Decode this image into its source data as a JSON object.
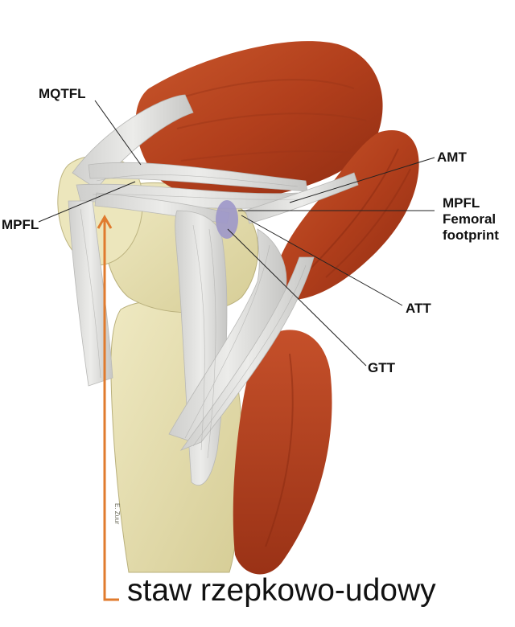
{
  "labels": {
    "mqtfl": "MQTFL",
    "mpfl_left": "MPFL",
    "amt": "AMT",
    "mpfl_footprint": [
      "MPFL",
      "Femoral",
      "footprint"
    ],
    "att": "ATT",
    "gtt": "GTT"
  },
  "caption": "staw rzepkowo-udowy",
  "signature": "E. Zuur",
  "colors": {
    "muscle": "#b8421f",
    "muscle_dark": "#8a2a12",
    "bone": "#e9e3b6",
    "bone_shadow": "#c9c08a",
    "ligament": "#d8d8d6",
    "footprint": "#9d97c9",
    "arrow": "#e07b2e"
  }
}
